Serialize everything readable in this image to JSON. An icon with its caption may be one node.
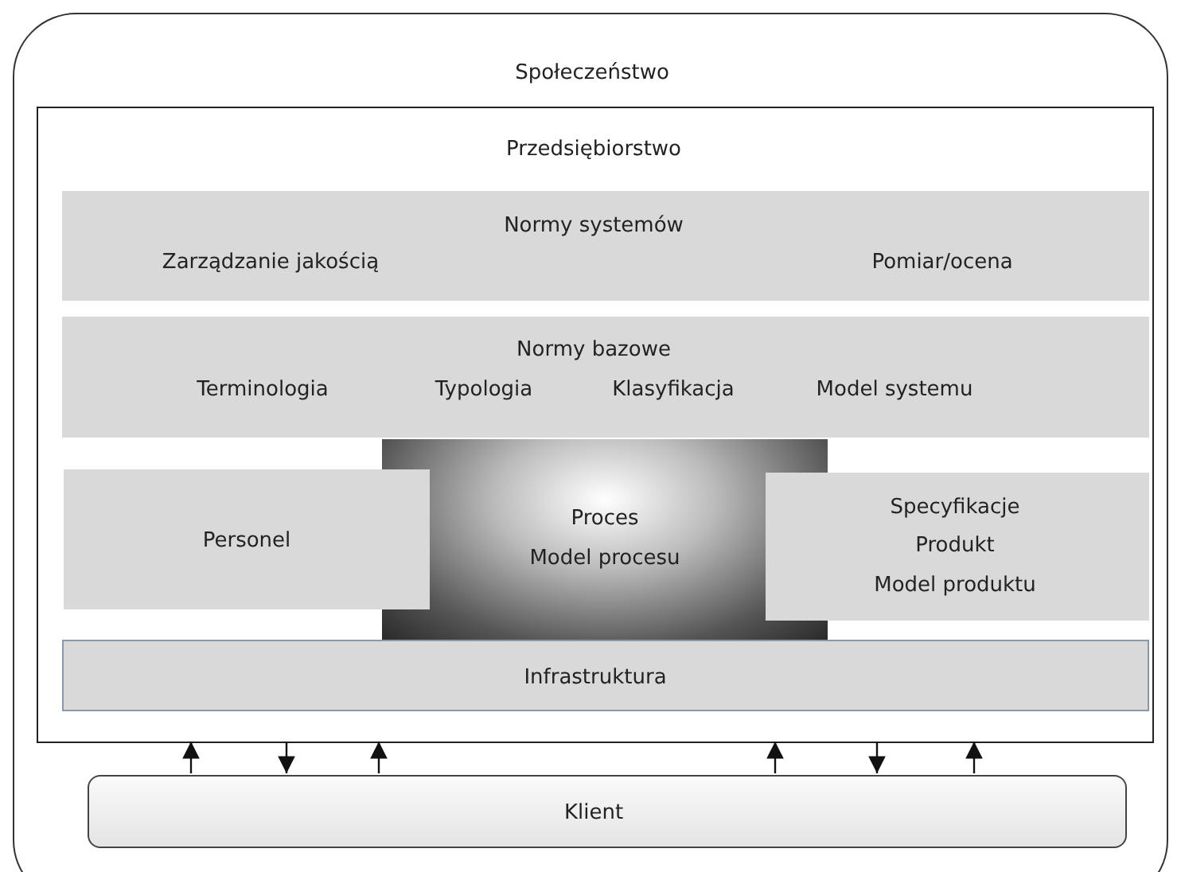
{
  "diagram": {
    "nodes": [
      {
        "text": [
          "Społeczeństwo"
        ]
      },
      {
        "text": [
          "Przedsiębiorstwo"
        ],
        "in": 0
      },
      {
        "text": [
          "Normy systemów",
          "Zarządzanie jakością",
          "Pomiar/ocena"
        ],
        "in": 1
      },
      {
        "text": [
          "Normy bazowe",
          "Terminologia",
          "Typologia",
          "Klasyfikacja",
          "Model systemu"
        ],
        "in": 1
      },
      {
        "text": [
          "Personel"
        ],
        "in": 1
      },
      {
        "text": [
          "Proces",
          "Model procesu"
        ],
        "in": 1
      },
      {
        "text": [
          "Specyfikacje",
          "Produkt",
          "Model produktu"
        ],
        "in": 1
      },
      {
        "text": [
          "Infrastruktura"
        ],
        "in": 1
      },
      {
        "text": [
          "Klient"
        ],
        "in": 0
      }
    ],
    "edges": [
      {
        "from": 8,
        "to": 1,
        "arrow": "to"
      },
      {
        "from": 1,
        "to": 8,
        "arrow": "to"
      },
      {
        "from": 8,
        "to": 1,
        "arrow": "to"
      },
      {
        "from": 8,
        "to": 1,
        "arrow": "to"
      },
      {
        "from": 1,
        "to": 8,
        "arrow": "to"
      },
      {
        "from": 8,
        "to": 1,
        "arrow": "to"
      }
    ]
  }
}
